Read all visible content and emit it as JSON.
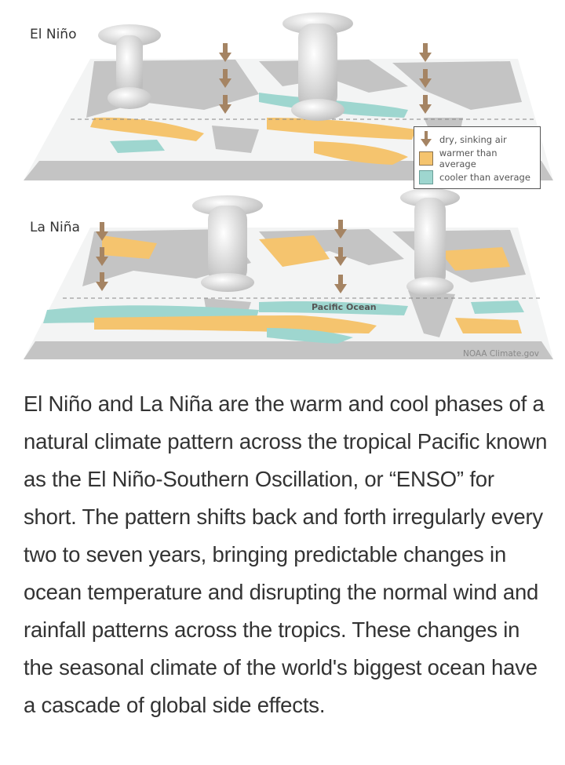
{
  "figure": {
    "el_nino_label": "El Niño",
    "la_nina_label": "La Niña",
    "legend": [
      {
        "icon": "down-arrow-icon",
        "label": "dry, sinking air"
      },
      {
        "icon": "orange-swatch",
        "label": "warmer than average",
        "color": "#f5c46e"
      },
      {
        "icon": "teal-swatch",
        "label": "cooler than average",
        "color": "#9ed6cf"
      }
    ],
    "ocean_label": "Pacific Ocean",
    "credit": "NOAA Climate.gov",
    "colors": {
      "land": "#c4c4c4",
      "ocean": "#f3f4f4",
      "warm": "#f5c46e",
      "cool": "#9ed6cf",
      "arrow": "#a58463"
    }
  },
  "article": {
    "paragraph": "El Niño and La Niña are the warm and cool phases of a natural climate pattern across the tropical Pacific known as the El Niño-Southern Oscillation, or “ENSO” for short. The pattern shifts back and forth irregularly every two to seven years, bringing predictable changes in ocean temperature and disrupting the normal wind and rainfall patterns across the tropics. These changes in the seasonal climate of the world's biggest ocean have a cascade of global side effects."
  }
}
